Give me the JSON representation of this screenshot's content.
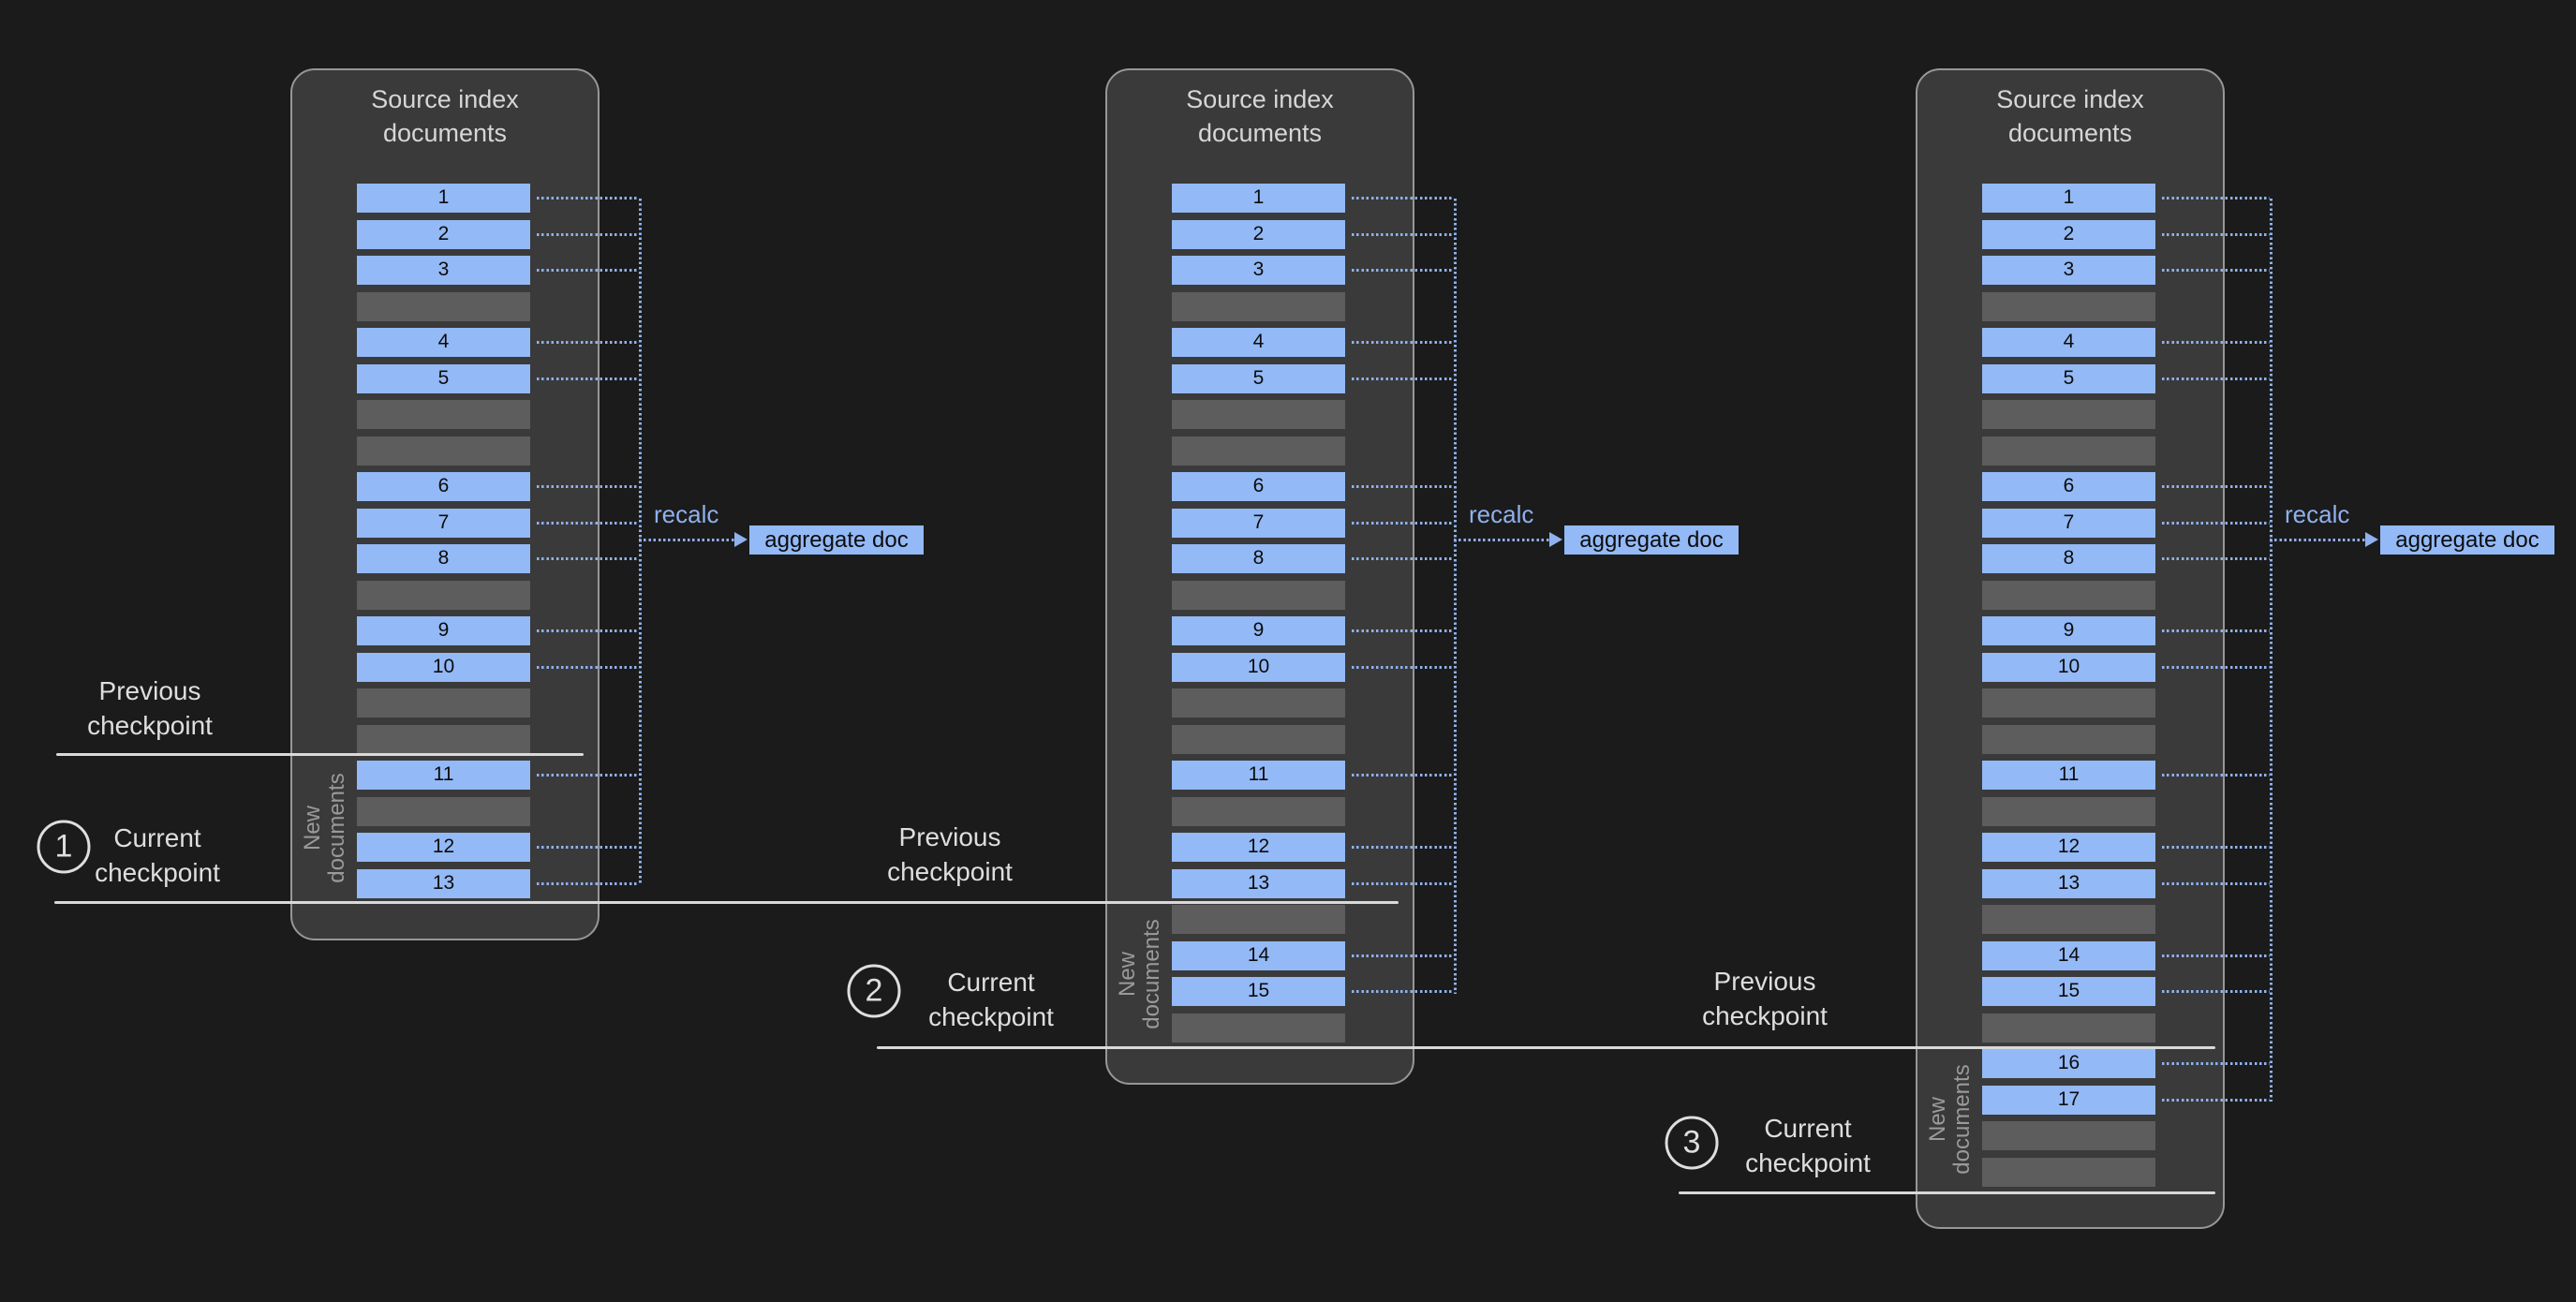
{
  "colors": {
    "page_bg": "#1b1b1b",
    "panel_bg": "#3a3a3a",
    "panel_border": "#979797",
    "doc_blue": "#93b9f6",
    "empty_gray": "#5d5d5d",
    "dotted_blue": "#8fb1ee",
    "checkpoint_line_white": "#d9d9d9",
    "title_text": "#d6d6d6",
    "label_text": "#dedede",
    "new_docs_text": "#9a9a9a",
    "row_text": "#0c0c0c"
  },
  "panels": [
    {
      "title": "Source index documents",
      "rows": [
        "1",
        "2",
        "3",
        "",
        "4",
        "5",
        "",
        "",
        "6",
        "7",
        "8",
        "",
        "9",
        "10",
        "",
        "",
        "11",
        "",
        "12",
        "13"
      ],
      "recalc_label": "recalc",
      "aggregate_doc_label": "aggregate doc",
      "new_documents_label": "New documents",
      "previous_checkpoint_label": "Previous checkpoint",
      "current_checkpoint_label": "Current checkpoint",
      "checkpoint_number": "1"
    },
    {
      "title": "Source index documents",
      "rows": [
        "1",
        "2",
        "3",
        "",
        "4",
        "5",
        "",
        "",
        "6",
        "7",
        "8",
        "",
        "9",
        "10",
        "",
        "",
        "11",
        "",
        "12",
        "13",
        "",
        "14",
        "15",
        ""
      ],
      "recalc_label": "recalc",
      "aggregate_doc_label": "aggregate doc",
      "new_documents_label": "New documents",
      "previous_checkpoint_label": "Previous checkpoint",
      "current_checkpoint_label": "Current checkpoint",
      "checkpoint_number": "2"
    },
    {
      "title": "Source index documents",
      "rows": [
        "1",
        "2",
        "3",
        "",
        "4",
        "5",
        "",
        "",
        "6",
        "7",
        "8",
        "",
        "9",
        "10",
        "",
        "",
        "11",
        "",
        "12",
        "13",
        "",
        "14",
        "15",
        "",
        "16",
        "17",
        "",
        ""
      ],
      "recalc_label": "recalc",
      "aggregate_doc_label": "aggregate doc",
      "new_documents_label": "New documents",
      "previous_checkpoint_label": "Previous checkpoint",
      "current_checkpoint_label": "Current checkpoint",
      "checkpoint_number": "3"
    }
  ]
}
